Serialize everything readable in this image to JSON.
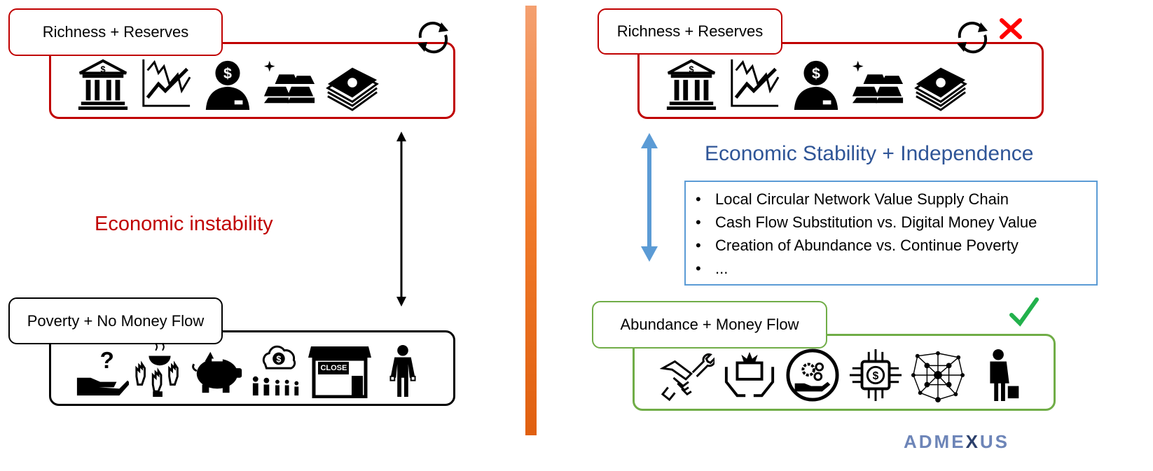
{
  "left": {
    "top_label": "Richness + Reserves",
    "middle_text": "Economic instability",
    "bottom_label": "Poverty + No Money Flow",
    "store_sign": "CLOSE"
  },
  "right": {
    "top_label": "Richness + Reserves",
    "middle_title": "Economic Stability + Independence",
    "bullets": [
      "Local Circular Network  Value Supply Chain",
      "Cash Flow Substitution vs. Digital Money Value",
      "Creation of Abundance vs. Continue Poverty",
      "..."
    ],
    "bottom_label": "Abundance + Money Flow"
  },
  "logo": {
    "part1": "ADME",
    "part2": "X",
    "part3": "US"
  },
  "colors": {
    "red": "#c00000",
    "blue": "#2f5597",
    "light_blue": "#5b9bd5",
    "green": "#70ad47",
    "orange": "#f07a2a"
  }
}
